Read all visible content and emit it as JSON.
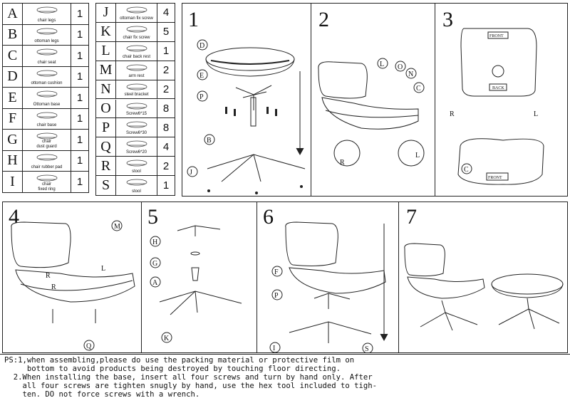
{
  "parts_left": [
    {
      "letter": "A",
      "name": "chair legs",
      "qty": "1",
      "icon": "chair-legs-icon"
    },
    {
      "letter": "B",
      "name": "ottoman legs",
      "qty": "1",
      "icon": "ottoman-legs-icon"
    },
    {
      "letter": "C",
      "name": "chair seat",
      "qty": "1",
      "icon": "chair-seat-icon"
    },
    {
      "letter": "D",
      "name": "ottoman cushion",
      "qty": "1",
      "icon": "ottoman-cushion-icon"
    },
    {
      "letter": "E",
      "name": "Ottoman base",
      "qty": "1",
      "icon": "ottoman-base-icon"
    },
    {
      "letter": "F",
      "name": "chair base",
      "qty": "1",
      "icon": "chair-base-icon"
    },
    {
      "letter": "G",
      "name": "chair\ndust guard",
      "qty": "1",
      "icon": "dust-guard-icon"
    },
    {
      "letter": "H",
      "name": "chair rubber pad",
      "qty": "1",
      "icon": "rubber-pad-icon"
    },
    {
      "letter": "I",
      "name": "chair\nfixed ring",
      "qty": "1",
      "icon": "fixed-ring-icon"
    }
  ],
  "parts_right": [
    {
      "letter": "J",
      "name": "ottoman fix screw",
      "qty": "4",
      "icon": "ottoman-fix-screw-icon"
    },
    {
      "letter": "K",
      "name": "chair fix screw",
      "qty": "5",
      "icon": "chair-fix-screw-icon"
    },
    {
      "letter": "L",
      "name": "chair back rest",
      "qty": "1",
      "icon": "back-rest-icon"
    },
    {
      "letter": "M",
      "name": "arm rest",
      "qty": "2",
      "icon": "arm-rest-icon"
    },
    {
      "letter": "N",
      "name": "steel bracket",
      "qty": "2",
      "icon": "steel-bracket-icon"
    },
    {
      "letter": "O",
      "name": "Screw6*15",
      "qty": "8",
      "icon": "screw-6x15-icon"
    },
    {
      "letter": "P",
      "name": "Screw6*30",
      "qty": "8",
      "icon": "screw-6x30-icon"
    },
    {
      "letter": "Q",
      "name": "Screw6*20",
      "qty": "4",
      "icon": "screw-6x20-icon"
    },
    {
      "letter": "R",
      "name": "stool",
      "qty": "2",
      "icon": "stool-icon"
    },
    {
      "letter": "S",
      "name": "stool",
      "qty": "1",
      "icon": "stool-s-icon"
    }
  ],
  "steps": [
    {
      "num": "1",
      "labels": [
        "D",
        "E",
        "P",
        "B",
        "J"
      ]
    },
    {
      "num": "2",
      "labels": [
        "L",
        "O",
        "N",
        "C",
        "R",
        "L"
      ]
    },
    {
      "num": "3",
      "labels": [
        "FRONT",
        "BACK",
        "R",
        "L",
        "C",
        "FRONT"
      ]
    },
    {
      "num": "4",
      "labels": [
        "M",
        "L",
        "R",
        "R",
        "Q"
      ]
    },
    {
      "num": "5",
      "labels": [
        "H",
        "G",
        "A",
        "K"
      ]
    },
    {
      "num": "6",
      "labels": [
        "F",
        "P",
        "I",
        "S"
      ]
    },
    {
      "num": "7",
      "labels": []
    }
  ],
  "notes": {
    "line1": "PS:1,when assembling,please do use the packing material or protective film on",
    "line2": "     bottom to avoid products being destroyed by touching floor directing.",
    "line3": "  2.When installing the base, insert all four screws and turn by hand only. After",
    "line4": "    all four screws are tighten snugly by hand, use the hex tool included to tigh-",
    "line5": "    ten. DO not force screws with a wrench."
  }
}
